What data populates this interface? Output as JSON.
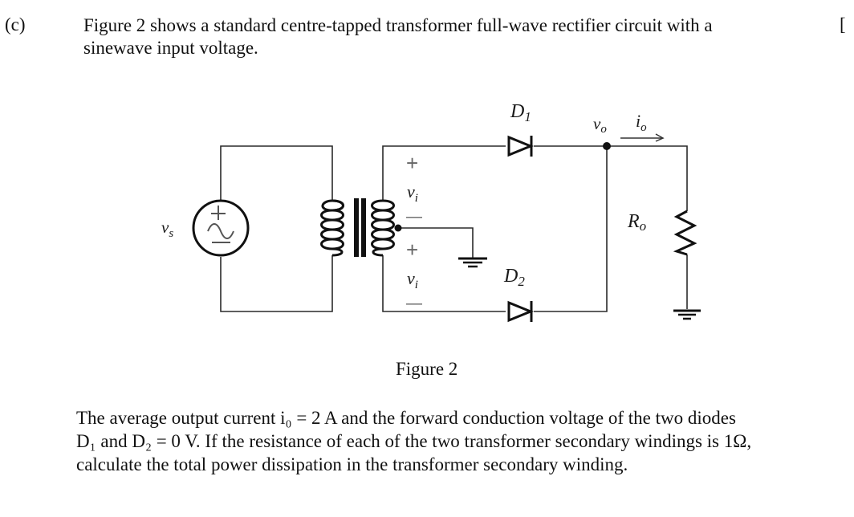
{
  "question": {
    "part_label": "(c)",
    "intro_line1": "Figure 2 shows a standard centre-tapped transformer full-wave rectifier circuit with a",
    "intro_line2": "sinewave input voltage.",
    "margin_mark": "["
  },
  "figure": {
    "caption": "Figure 2",
    "labels": {
      "source": "v",
      "source_sub": "s",
      "secondary_top": "v",
      "secondary_top_sub": "i",
      "secondary_bottom": "v",
      "secondary_bottom_sub": "i",
      "plus": "+",
      "minus": "—",
      "diode1": "D",
      "diode1_sub": "1",
      "diode2": "D",
      "diode2_sub": "2",
      "output_voltage": "v",
      "output_voltage_sub": "o",
      "output_current": "i",
      "output_current_sub": "o",
      "load": "R",
      "load_sub": "o"
    },
    "components": [
      "ac-voltage-source",
      "centre-tapped-transformer",
      "diode-D1",
      "diode-D2",
      "load-resistor-Ro",
      "ground"
    ]
  },
  "problem": {
    "line1": "The average output current i₀ = 2 A and the forward conduction voltage of the two diodes",
    "line2": "D₁ and D₂ = 0 V. If the resistance of each of the two transformer secondary windings is 1Ω,",
    "line3": "calculate the total power dissipation in the transformer secondary winding."
  }
}
